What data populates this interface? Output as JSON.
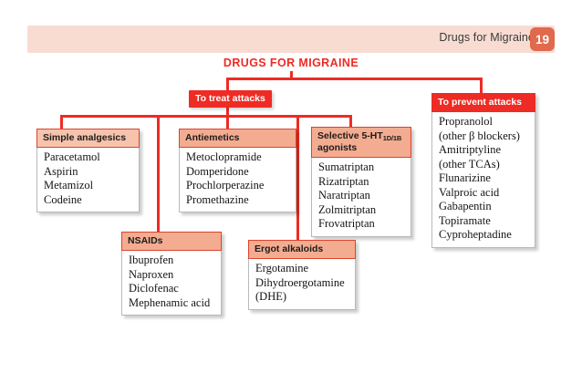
{
  "header": {
    "title": "Drugs for Migraine",
    "page_number": "19",
    "bar_color": "#f8dcd1",
    "badge_color": "#e1694c"
  },
  "chart_data": {
    "type": "diagram",
    "title": "DRUGS FOR MIGRAINE",
    "title_color": "#ee2b24",
    "branches": [
      {
        "label": "To treat attacks",
        "style": "pill",
        "children": [
          {
            "label": "Simple analgesics",
            "items": [
              "Paracetamol",
              "Aspirin",
              "Metamizol",
              "Codeine"
            ]
          },
          {
            "label": "Antiemetics",
            "items": [
              "Metoclopramide",
              "Domperidone",
              "Prochlorperazine",
              "Promethazine"
            ]
          },
          {
            "label": "Selective 5-HT",
            "label_sub": "1D/1B",
            "label_line2": "agonists",
            "items": [
              "Sumatriptan",
              "Rizatriptan",
              "Naratriptan",
              "Zolmitriptan",
              "Frovatriptan"
            ]
          },
          {
            "label": "NSAIDs",
            "items": [
              "Ibuprofen",
              "Naproxen",
              "Diclofenac",
              "Mephenamic acid"
            ]
          },
          {
            "label": "Ergot alkaloids",
            "items": [
              "Ergotamine",
              "Dihydroergotamine",
              " (DHE)"
            ]
          }
        ]
      },
      {
        "label": "To prevent attacks",
        "style": "card-solid",
        "items": [
          "Propranolol",
          " (other β blockers)",
          "Amitriptyline",
          " (other TCAs)",
          "Flunarizine",
          "Valproic acid",
          "Gabapentin",
          "Topiramate",
          "Cyproheptadine"
        ]
      }
    ]
  }
}
